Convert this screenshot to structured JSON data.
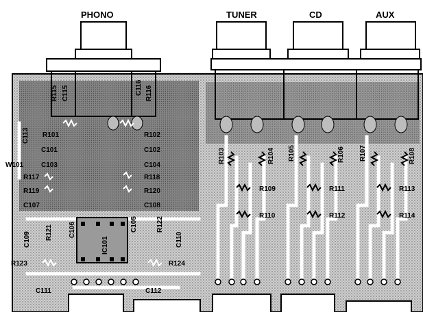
{
  "jacks": [
    {
      "label": "PHONO"
    },
    {
      "label": "TUNER"
    },
    {
      "label": "CD"
    },
    {
      "label": "AUX"
    }
  ],
  "components": {
    "r115": "R115",
    "c115": "C115",
    "c116": "C116",
    "r116": "R116",
    "c113": "C113",
    "r101": "R101",
    "r102": "R102",
    "c101": "C101",
    "c102": "C102",
    "w101": "W101",
    "c103": "C103",
    "c104": "C104",
    "r117": "R117",
    "r118": "R118",
    "r119": "R119",
    "r120": "R120",
    "c107": "C107",
    "c108": "C108",
    "r121": "R121",
    "c106": "C106",
    "ic101": "IC101",
    "c105": "C105",
    "r122": "R122",
    "c109": "C109",
    "c110": "C110",
    "r123": "R123",
    "r124": "R124",
    "c111": "C111",
    "c112": "C112",
    "r103": "R103",
    "r104": "R104",
    "r105": "R105",
    "r106": "R106",
    "r107": "R107",
    "r108": "R108",
    "r109": "R109",
    "r111": "R111",
    "r113": "R113",
    "r110": "R110",
    "r112": "R112",
    "r114": "R114"
  },
  "colors": {
    "ink": "#000000",
    "board": "#d8d8d8",
    "trace": "#ffffff",
    "ground": "#5a5a5a"
  }
}
